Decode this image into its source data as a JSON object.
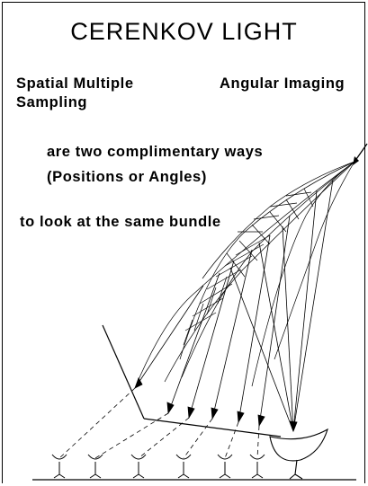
{
  "title": "CERENKOV LIGHT",
  "left_method": {
    "line1": "Spatial Multiple",
    "line2": "Sampling"
  },
  "right_method": "Angular Imaging",
  "statement": {
    "line1": "are two complimentary ways",
    "line2": "(Positions or Angles)",
    "line3": "to look at the same bundle"
  }
}
